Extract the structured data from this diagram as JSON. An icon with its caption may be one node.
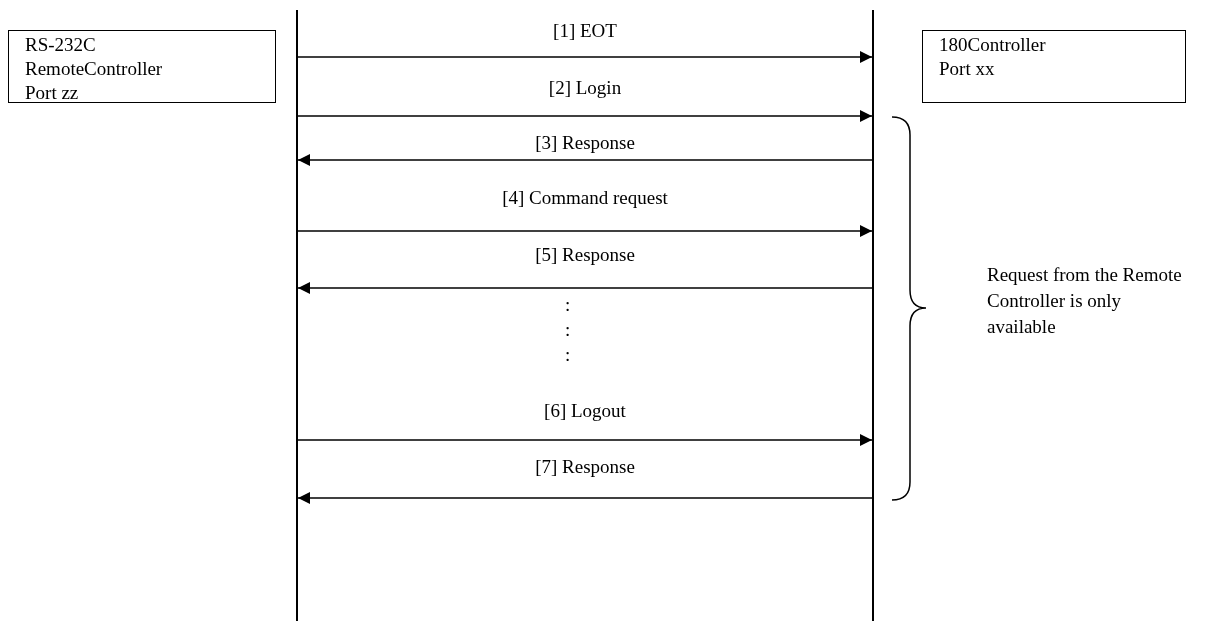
{
  "diagram": {
    "nodes": [
      {
        "text": [
          "RS-232C RemoteController Port zz"
        ]
      },
      {
        "text": [
          "180Controller Port xx"
        ]
      },
      {
        "text": [],
        "shape": "bar"
      },
      {
        "text": [],
        "shape": "bar"
      }
    ],
    "edges": [
      {
        "from": 2,
        "to": 3,
        "arrow": "to",
        "label": "[1] EOT"
      },
      {
        "from": 2,
        "to": 3,
        "arrow": "to",
        "label": "[2] Login"
      },
      {
        "from": 3,
        "to": 2,
        "arrow": "to",
        "label": "[3] Response"
      },
      {
        "from": 2,
        "to": 3,
        "arrow": "to",
        "label": "[4] Command request"
      },
      {
        "from": 3,
        "to": 2,
        "arrow": "to",
        "label": "[5] Response"
      },
      {
        "from": 2,
        "to": 3,
        "arrow": "to",
        "label": "[6] Logout"
      },
      {
        "from": 3,
        "to": 2,
        "arrow": "to",
        "label": "[7] Response"
      }
    ],
    "labels": [
      ":",
      ":",
      ":",
      "Request from the Remote Controller is only available"
    ]
  }
}
